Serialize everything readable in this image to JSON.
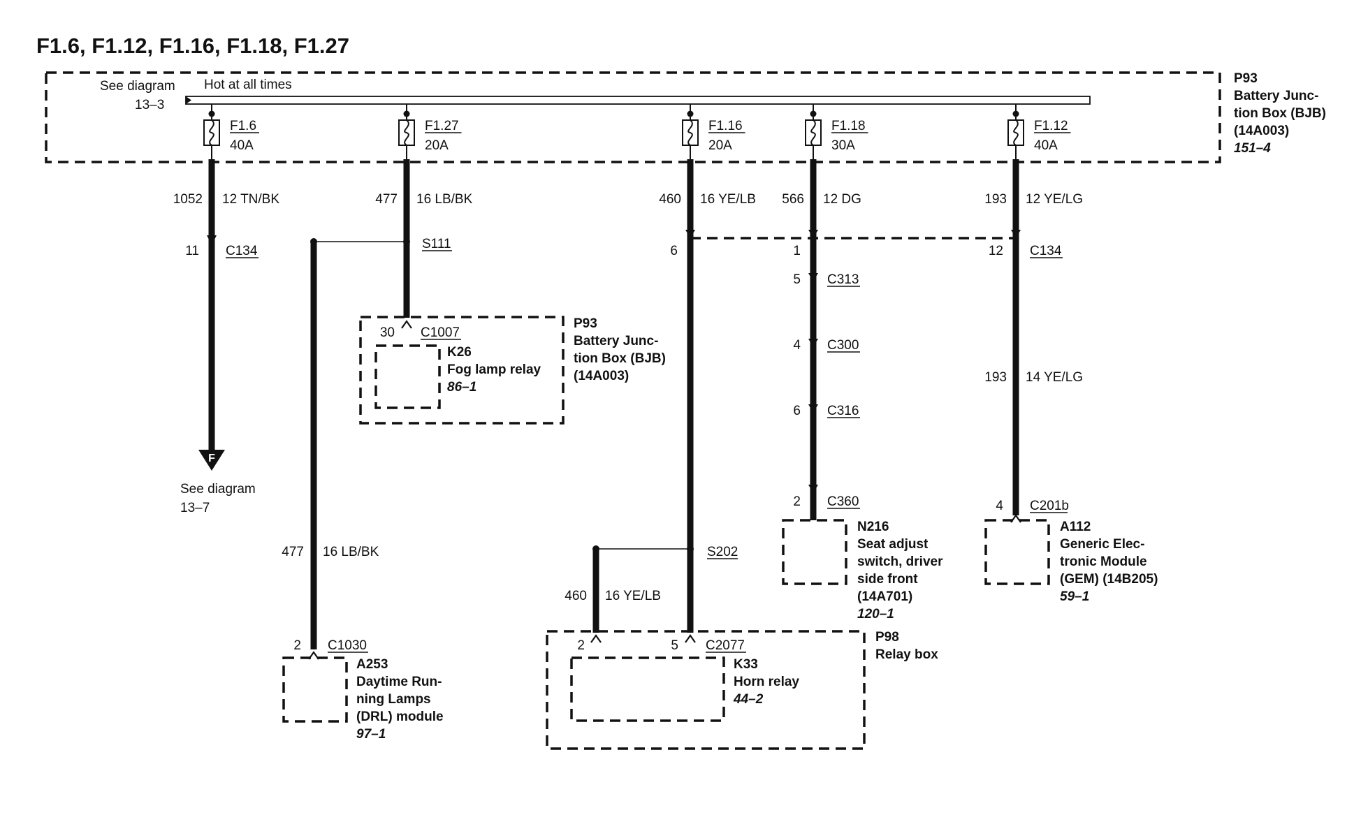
{
  "title": "F1.6, F1.12, F1.16, F1.18, F1.27",
  "bjb_top": {
    "see_diagram": "See diagram",
    "see_diagram_ref": "13–3",
    "bus_label": "Hot at all times",
    "location": "P93",
    "name_line1": "Battery Junc-",
    "name_line2": "tion Box (BJB)",
    "part": "(14A003)",
    "page_ref": "151–4"
  },
  "fuses": [
    {
      "id": "F1.6",
      "rating": "40A"
    },
    {
      "id": "F1.27",
      "rating": "20A"
    },
    {
      "id": "F1.16",
      "rating": "20A"
    },
    {
      "id": "F1.18",
      "rating": "30A"
    },
    {
      "id": "F1.12",
      "rating": "40A"
    }
  ],
  "wires": {
    "w1052": {
      "circuit": "1052",
      "gauge_color": "12 TN/BK"
    },
    "w477": {
      "circuit": "477",
      "gauge_color": "16 LB/BK"
    },
    "w460": {
      "circuit": "460",
      "gauge_color": "16 YE/LB"
    },
    "w566": {
      "circuit": "566",
      "gauge_color": "12 DG"
    },
    "w193": {
      "circuit": "193",
      "gauge_color": "12 YE/LG"
    },
    "w193b": {
      "circuit": "193",
      "gauge_color": "14 YE/LG"
    },
    "w477b": {
      "circuit": "477",
      "gauge_color": "16 LB/BK"
    },
    "w460b": {
      "circuit": "460",
      "gauge_color": "16 YE/LB"
    }
  },
  "connectors": {
    "c134_left": {
      "pin": "11",
      "name": "C134"
    },
    "c134_mid": {
      "pin": "6"
    },
    "c134_mid2": {
      "pin": "1"
    },
    "c134_right": {
      "pin": "12",
      "name": "C134"
    },
    "c313": {
      "pin": "5",
      "name": "C313"
    },
    "c300": {
      "pin": "4",
      "name": "C300"
    },
    "c316": {
      "pin": "6",
      "name": "C316"
    },
    "c360": {
      "pin": "2",
      "name": "C360"
    },
    "c201b": {
      "pin": "4",
      "name": "C201b"
    },
    "c1007": {
      "pin": "30",
      "name": "C1007"
    },
    "c1030": {
      "pin": "2",
      "name": "C1030"
    },
    "c2077_a": {
      "pin": "2"
    },
    "c2077_b": {
      "pin": "5",
      "name": "C2077"
    }
  },
  "splices": {
    "s111": "S111",
    "s202": "S202"
  },
  "offpage": {
    "letter": "F",
    "see_diagram": "See diagram",
    "ref": "13–7"
  },
  "components": {
    "k26": {
      "id": "K26",
      "name": "Fog lamp relay",
      "page_ref": "86–1",
      "box_location": "P93",
      "box_line1": "Battery Junc-",
      "box_line2": "tion Box (BJB)",
      "box_part": "(14A003)"
    },
    "a253": {
      "id": "A253",
      "line1": "Daytime Run-",
      "line2": "ning Lamps",
      "line3": "(DRL) module",
      "page_ref": "97–1"
    },
    "k33": {
      "id": "K33",
      "name": "Horn relay",
      "page_ref": "44–2",
      "box_location": "P98",
      "box_name": "Relay box"
    },
    "n216": {
      "id": "N216",
      "line1": "Seat adjust",
      "line2": "switch, driver",
      "line3": "side front",
      "part": "(14A701)",
      "page_ref": "120–1"
    },
    "a112": {
      "id": "A112",
      "line1": "Generic Elec-",
      "line2": "tronic Module",
      "line3": "(GEM) (14B205)",
      "page_ref": "59–1"
    }
  }
}
